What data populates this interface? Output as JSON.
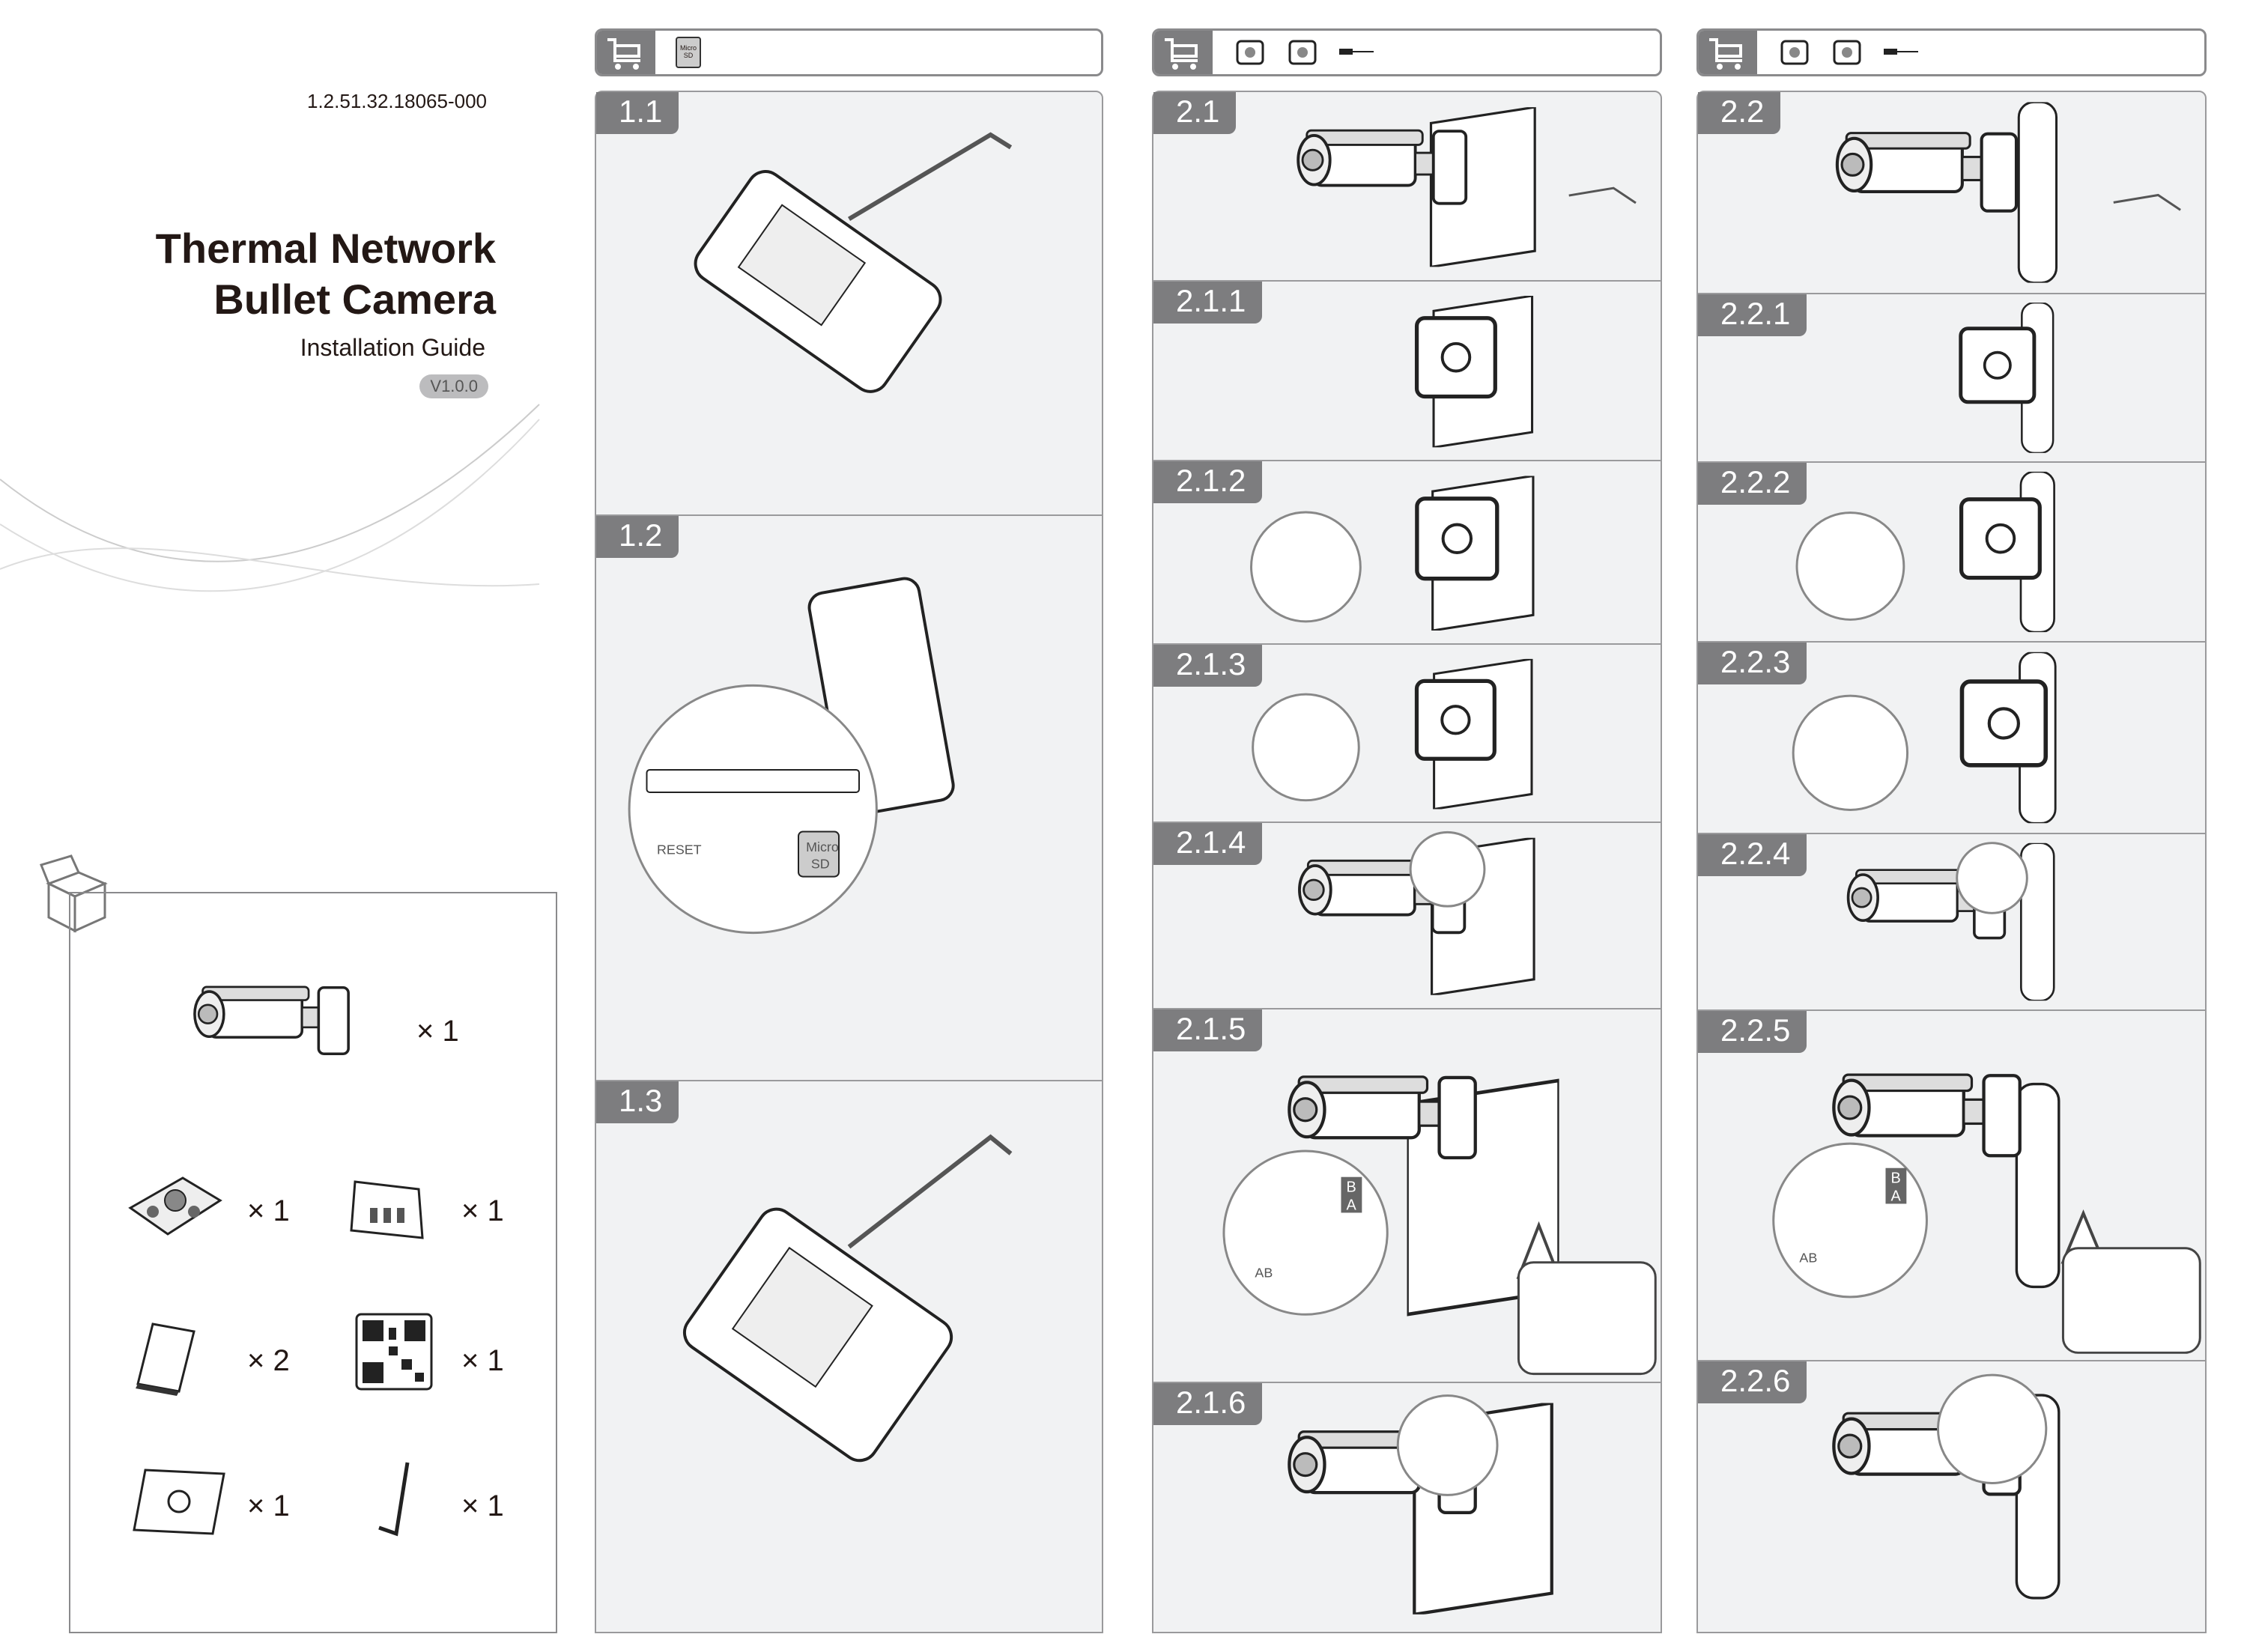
{
  "cover": {
    "doc_number": "1.2.51.32.18065-000",
    "title_line1": "Thermal Network",
    "title_line2": "Bullet Camera",
    "subtitle": "Installation Guide",
    "version": "V1.0.0"
  },
  "package_contents": {
    "icon": "open-box-icon",
    "items": [
      {
        "icon": "bullet-camera-icon",
        "qty": "× 1"
      },
      {
        "icon": "junction-box-icon",
        "qty": "× 1"
      },
      {
        "icon": "screw-bag-icon",
        "qty": "× 1"
      },
      {
        "icon": "document-icon",
        "qty": "× 2"
      },
      {
        "icon": "qr-code-icon",
        "qty": "× 1"
      },
      {
        "icon": "drill-template-icon",
        "qty": "× 1"
      },
      {
        "icon": "hex-key-icon",
        "qty": "× 1"
      }
    ]
  },
  "columns": [
    {
      "header_icons": [
        "cart-icon",
        "microsd-card-icon"
      ],
      "header_text": "Micro SD",
      "steps": [
        "1.1",
        "1.2",
        "1.3"
      ]
    },
    {
      "header_icons": [
        "cart-icon",
        "junction-box-icon",
        "drill-icon",
        "screwdriver-icon"
      ],
      "steps": [
        "2.1",
        "2.1.1",
        "2.1.2",
        "2.1.3",
        "2.1.4",
        "2.1.5",
        "2.1.6"
      ]
    },
    {
      "header_icons": [
        "cart-icon",
        "pole-clamp-icon",
        "junction-box-icon",
        "screwdriver-icon"
      ],
      "steps": [
        "2.2",
        "2.2.1",
        "2.2.2",
        "2.2.3",
        "2.2.4",
        "2.2.5",
        "2.2.6"
      ]
    }
  ],
  "callouts": {
    "reset_label": "RESET",
    "microsd_label_1": "Micro",
    "microsd_label_2": "SD",
    "cable_label_a": "A",
    "cable_label_b": "B",
    "book_label": "AB"
  },
  "colors": {
    "tab_gray": "#7d7d7f",
    "panel_bg": "#f1f2f3",
    "text": "#231815"
  }
}
